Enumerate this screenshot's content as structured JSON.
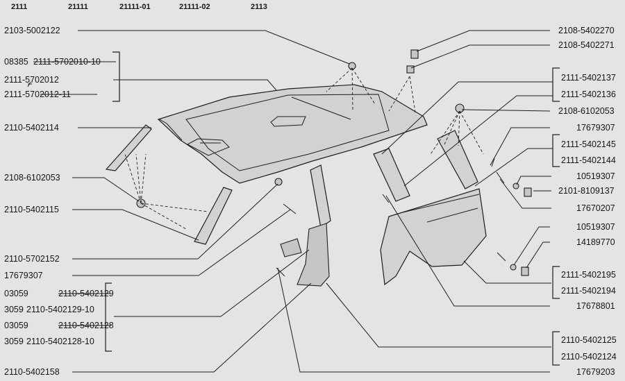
{
  "models": [
    "2111",
    "21111",
    "21111-01",
    "21111-02",
    "2113"
  ],
  "left_labels": {
    "l1": "2103-5002122",
    "l2a": "08385",
    "l2b": "2111-5702010-10",
    "l3": "2111-5702012",
    "l4": "2111-5702012-11",
    "l5": "2110-5402114",
    "l6": "2108-6102053",
    "l7": "2110-5402115",
    "l8": "2110-5702152",
    "l9": "17679307",
    "l10a": "03059",
    "l10b": "2110-5402129",
    "l11a": "3059",
    "l11b": "2110-5402129-10",
    "l12a": "03059",
    "l12b": "2110-5402128",
    "l13a": "3059",
    "l13b": "2110-5402128-10",
    "l14": "2110-5402158"
  },
  "right_labels": {
    "r1": "2108-5402270",
    "r2": "2108-5402271",
    "r3": "2111-5402137",
    "r4": "2111-5402136",
    "r5": "2108-6102053",
    "r6": "17679307",
    "r7": "2111-5402145",
    "r8": "2111-5402144",
    "r9": "10519307",
    "r10": "2101-8109137",
    "r11": "17670207",
    "r12": "10519307",
    "r13": "14189770",
    "r14": "2111-5402195",
    "r15": "2111-5402194",
    "r16": "17678801",
    "r17": "2110-5402125",
    "r18": "2110-5402124",
    "r19": "17679203"
  }
}
